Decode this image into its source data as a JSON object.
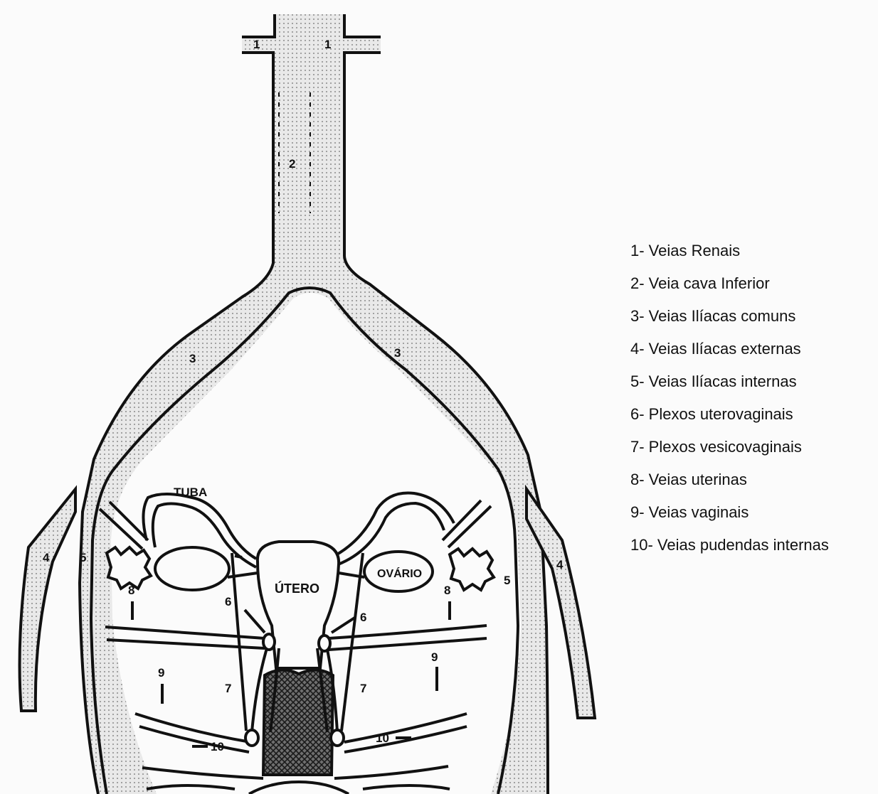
{
  "diagram": {
    "labels": {
      "tuba": "TUBA",
      "utero": "ÚTERO",
      "ovario": "OVÁRIO"
    },
    "numbers": {
      "n1": "1",
      "n2": "2",
      "n3": "3",
      "n4": "4",
      "n5": "5",
      "n6": "6",
      "n7": "7",
      "n8": "8",
      "n9": "9",
      "n10": "10"
    }
  },
  "legend": [
    "1- Veias Renais",
    "2- Veia cava Inferior",
    "3- Veias Ilíacas comuns",
    "4- Veias Ilíacas externas",
    "5- Veias Ilíacas internas",
    "6- Plexos uterovaginais",
    "7- Plexos vesicovaginais",
    "8- Veias uterinas",
    "9- Veias vaginais",
    "10- Veias pudendas internas"
  ]
}
